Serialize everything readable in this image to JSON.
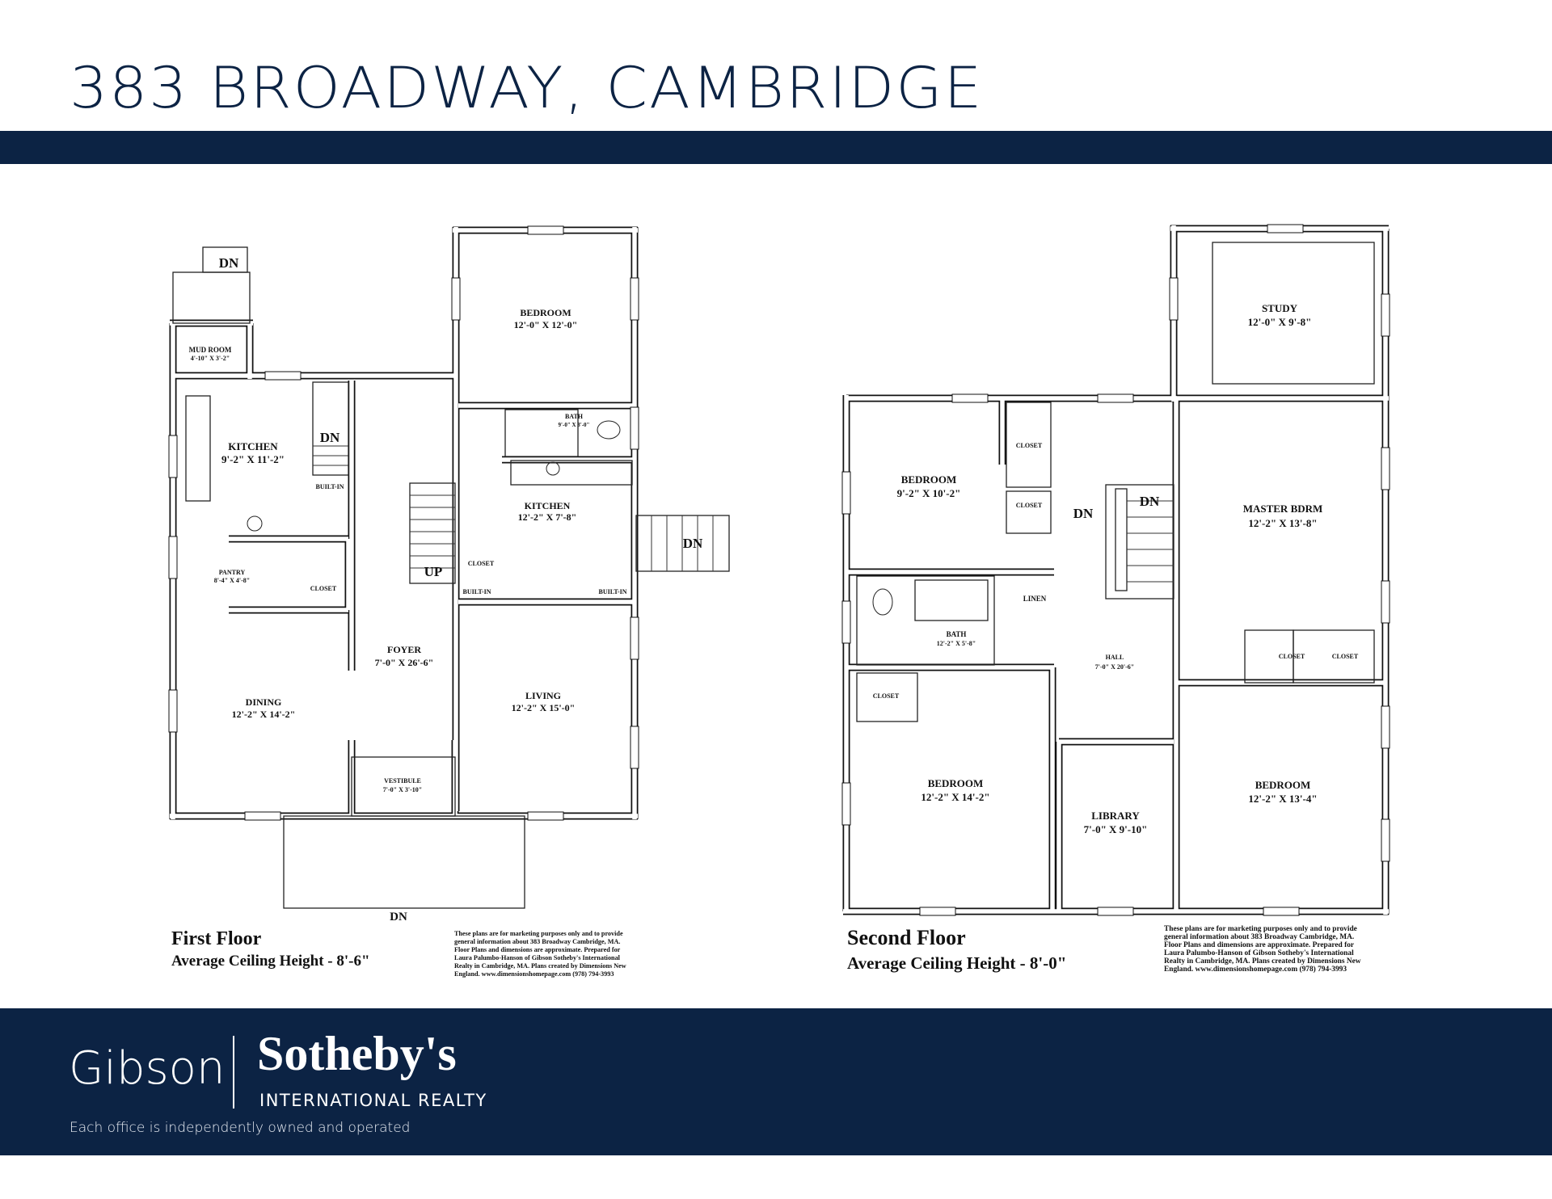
{
  "header": {
    "title": "383 BROADWAY, CAMBRIDGE"
  },
  "colors": {
    "brand_navy": "#0c2344",
    "background": "#ffffff",
    "lines": "#111111"
  },
  "first_floor": {
    "title": "First Floor",
    "ceiling": "Average Ceiling Height - 8'-6\"",
    "rooms": [
      {
        "name": "MUD ROOM",
        "size": "4'-10\" X 3'-2\""
      },
      {
        "name": "KITCHEN",
        "size": "9'-2\" X 11'-2\""
      },
      {
        "name": "PANTRY",
        "size": "8'-4\" X 4'-8\""
      },
      {
        "name": "BEDROOM",
        "size": "12'-0\" X 12'-0\""
      },
      {
        "name": "BATH",
        "size": "9'-0\" X 3'-0\""
      },
      {
        "name": "KITCHEN",
        "size": "12'-2\" X 7'-8\""
      },
      {
        "name": "FOYER",
        "size": "7'-0\" X 26'-6\""
      },
      {
        "name": "DINING",
        "size": "12'-2\" X 14'-2\""
      },
      {
        "name": "LIVING",
        "size": "12'-2\" X 15'-0\""
      },
      {
        "name": "VESTIBULE",
        "size": "7'-0\" X 3'-10\""
      }
    ],
    "labels": [
      "DN",
      "DN",
      "BUILT-IN",
      "CLOSET",
      "CLOSET",
      "BUILT-IN",
      "BUILT-IN",
      "UP",
      "DN",
      "DN"
    ]
  },
  "second_floor": {
    "title": "Second Floor",
    "ceiling": "Average Ceiling Height - 8'-0\"",
    "rooms": [
      {
        "name": "STUDY",
        "size": "12'-0\" X 9'-8\""
      },
      {
        "name": "BEDROOM",
        "size": "9'-2\" X 10'-2\""
      },
      {
        "name": "MASTER BDRM",
        "size": "12'-2\" X 13'-8\""
      },
      {
        "name": "BATH",
        "size": "12'-2\" X 5'-8\""
      },
      {
        "name": "HALL",
        "size": "7'-0\" X 20'-6\""
      },
      {
        "name": "BEDROOM",
        "size": "12'-2\" X 14'-2\""
      },
      {
        "name": "LIBRARY",
        "size": "7'-0\" X 9'-10\""
      },
      {
        "name": "BEDROOM",
        "size": "12'-2\" X 13'-4\""
      }
    ],
    "labels": [
      "CLOSET",
      "CLOSET",
      "DN",
      "DN",
      "LINEN",
      "CLOSET",
      "CLOSET",
      "CLOSET"
    ]
  },
  "disclaimer": [
    "These plans are for marketing purposes only and to provide",
    "general information about 383 Broadway Cambridge, MA.",
    "Floor Plans and dimensions are approximate.  Prepared for",
    "Laura Palumbo-Hanson of Gibson Sotheby's International",
    "Realty in Cambridge, MA.  Plans created by Dimensions New",
    "England.  www.dimensionshomepage.com  (978) 794-3993"
  ],
  "footer": {
    "brand_left": "Gibson",
    "brand_right": "Sotheby's",
    "brand_sub": "INTERNATIONAL REALTY",
    "tagline": "Each office is independently owned and operated"
  }
}
